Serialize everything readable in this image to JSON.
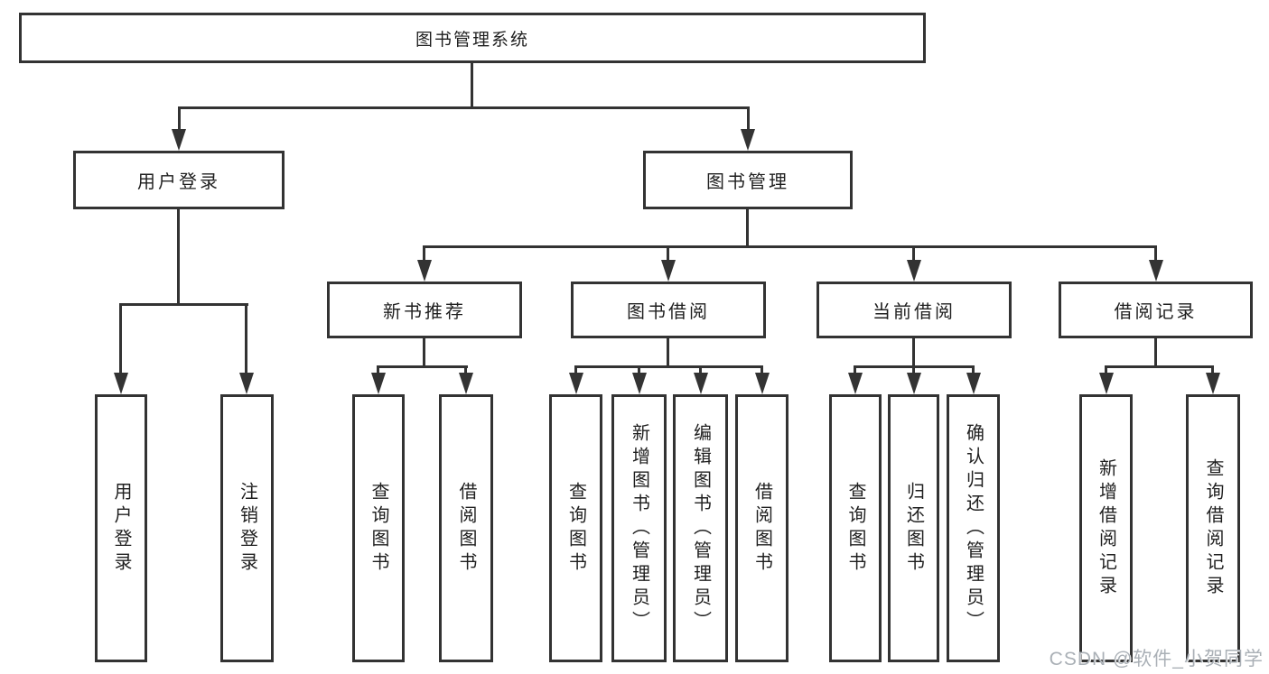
{
  "palette": {
    "line": "#333333",
    "text": "#1f1f1f",
    "box_fill": "#ffffff",
    "background": "#ffffff",
    "watermark_color": "#aab0b6"
  },
  "watermark": "CSDN @软件_小贺同学",
  "tree": {
    "root": "图书管理系统",
    "level2": [
      {
        "label": "用户登录"
      },
      {
        "label": "图书管理"
      }
    ],
    "level3": [
      {
        "label": "新书推荐"
      },
      {
        "label": "图书借阅"
      },
      {
        "label": "当前借阅"
      },
      {
        "label": "借阅记录"
      }
    ],
    "leaves": {
      "user_login": [
        "用户登录",
        "注销登录"
      ],
      "new_book_recommendation": [
        "查询图书",
        "借阅图书"
      ],
      "book_borrowing": [
        "查询图书",
        "新增图书（管理员）",
        "编辑图书（管理员）",
        "借阅图书"
      ],
      "current_borrowing": [
        "查询图书",
        "归还图书",
        "确认归还（管理员）"
      ],
      "borrowing_records": [
        "新增借阅记录",
        "查询借阅记录"
      ]
    }
  }
}
